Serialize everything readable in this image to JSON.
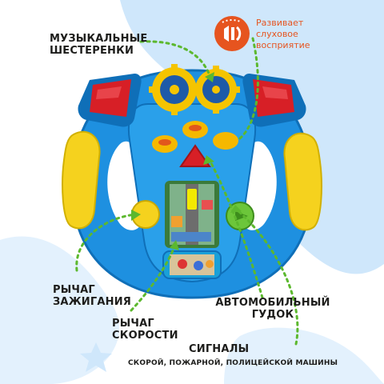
{
  "labels": {
    "gears": [
      "МУЗЫКАЛЬНЫЕ",
      "ШЕСТЕРЕНКИ"
    ],
    "ignition": [
      "РЫЧАГ",
      "ЗАЖИГАНИЯ"
    ],
    "speed": [
      "РЫЧАГ",
      "СКОРОСТИ"
    ],
    "horn": [
      "АВТОМОБИЛЬНЫЙ",
      "ГУДОК"
    ],
    "signals_title": "СИГНАЛЫ",
    "signals_sub": "СКОРОЙ, ПОЖАРНОЙ, ПОЛИЦЕЙСКОЙ МАШИНЫ"
  },
  "callout": {
    "text": [
      "Развивает",
      "слуховое",
      "восприятие"
    ],
    "icon": "hearing-icon"
  },
  "colors": {
    "toy_blue": "#1e90e0",
    "accent_orange": "#e6541f",
    "accent_green": "#5cb82e",
    "grip_yellow": "#f5d21e"
  }
}
